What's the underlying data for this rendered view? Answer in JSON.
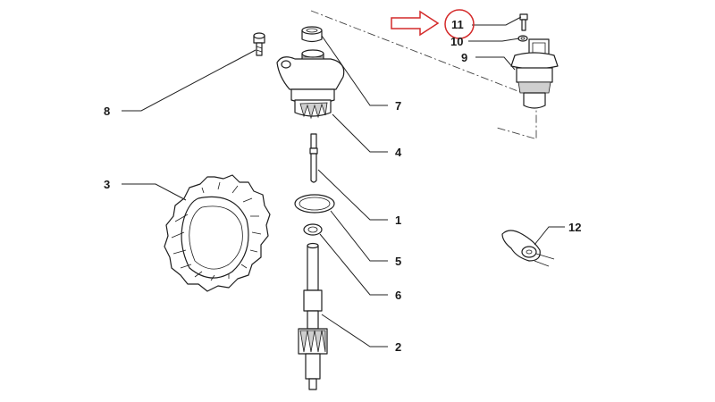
{
  "callouts": [
    {
      "id": "1",
      "text": "1"
    },
    {
      "id": "2",
      "text": "2"
    },
    {
      "id": "3",
      "text": "3"
    },
    {
      "id": "4",
      "text": "4"
    },
    {
      "id": "5",
      "text": "5"
    },
    {
      "id": "6",
      "text": "6"
    },
    {
      "id": "7",
      "text": "7"
    },
    {
      "id": "8",
      "text": "8"
    },
    {
      "id": "9",
      "text": "9"
    },
    {
      "id": "10",
      "text": "10"
    },
    {
      "id": "11",
      "text": "11"
    },
    {
      "id": "12",
      "text": "12"
    }
  ],
  "highlight": {
    "callout": "11",
    "color": "#d42a2a"
  },
  "colors": {
    "line": "#1e1e1e",
    "shade": "#cfcfcf",
    "highlight": "#d42a2a"
  }
}
